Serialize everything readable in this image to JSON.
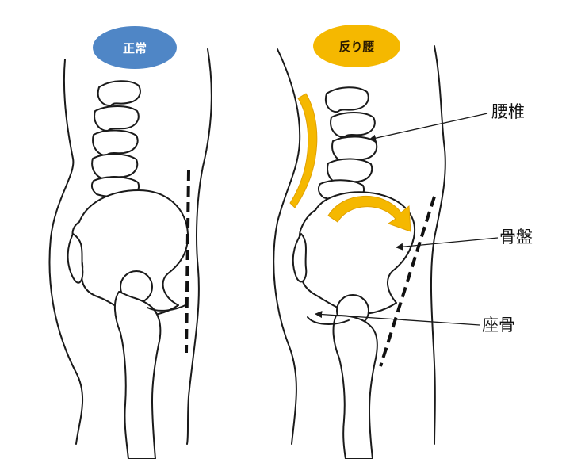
{
  "badges": {
    "normal": {
      "text": "正常",
      "color": "#4f86c6"
    },
    "lordosis": {
      "text": "反り腰",
      "color": "#f5b800"
    }
  },
  "labels": {
    "lumbar": "腰椎",
    "pelvis": "骨盤",
    "ischium": "座骨"
  },
  "colors": {
    "arrow": "#f5b800",
    "line": "#111111"
  }
}
